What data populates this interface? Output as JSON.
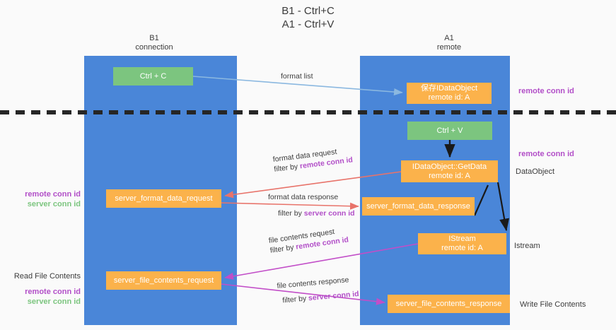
{
  "title": {
    "line1": "B1 - Ctrl+C",
    "line2": "A1 - Ctrl+V"
  },
  "columns": {
    "left": {
      "name": "B1",
      "role": "connection"
    },
    "right": {
      "name": "A1",
      "role": "remote"
    }
  },
  "boxes": {
    "ctrl_c": {
      "label": "Ctrl + C",
      "color": "#7cc57f"
    },
    "save_dataobject": {
      "line1": "保存IDataObject",
      "line2": "remote id: A",
      "color": "#fbb24b"
    },
    "ctrl_v": {
      "label": "Ctrl + V",
      "color": "#7cc57f"
    },
    "getdata": {
      "line1": "IDataObject::GetData",
      "line2": "remote id: A",
      "color": "#fbb24b"
    },
    "server_format_data_request": {
      "label": "server_format_data_request",
      "color": "#fbb24b"
    },
    "server_format_data_response": {
      "label": "server_format_data_response",
      "color": "#fbb24b"
    },
    "istream": {
      "line1": "IStream",
      "line2": "remote id: A",
      "color": "#fbb24b"
    },
    "server_file_contents_request": {
      "label": "server_file_contents_request",
      "color": "#fbb24b"
    },
    "server_file_contents_response": {
      "label": "server_file_contents_response",
      "color": "#fbb24b"
    }
  },
  "edge_labels": {
    "format_list": "format list",
    "format_data_request": "format data request",
    "format_data_request_filter_prefix": "filter by ",
    "format_data_request_filter_key": "remote conn id",
    "format_data_response": "format data response",
    "format_data_response_filter_prefix": "filter by ",
    "format_data_response_filter_key": "server conn id",
    "file_contents_request": "file contents request",
    "file_contents_request_filter_prefix": "filter by ",
    "file_contents_request_filter_key": "remote conn id",
    "file_contents_response": "file contents response",
    "file_contents_response_filter_prefix": "filter by ",
    "file_contents_response_filter_key": "server conn id"
  },
  "annotations": {
    "right_remote_conn_id_top": "remote conn id",
    "right_remote_conn_id_mid": "remote conn id",
    "right_dataobject": "DataObject",
    "right_istream": "Istream",
    "right_write_file_contents": "Write File Contents",
    "left_remote_conn_id": "remote conn id",
    "left_server_conn_id": "server conn id",
    "left_read_file_contents": "Read File Contents",
    "left_remote_conn_id_2": "remote conn id",
    "left_server_conn_id_2": "server conn id"
  },
  "colors": {
    "lane": "#4a86d8",
    "green_box": "#7cc57f",
    "orange_box": "#fbb24b",
    "purple_text": "#b24fc8",
    "green_text": "#7cc57f",
    "red_arrow": "#e8736a",
    "magenta_arrow": "#c24ec8",
    "blue_arrow": "#8bb8e0",
    "dashed_divider": "#262626",
    "background": "#fafafa"
  }
}
